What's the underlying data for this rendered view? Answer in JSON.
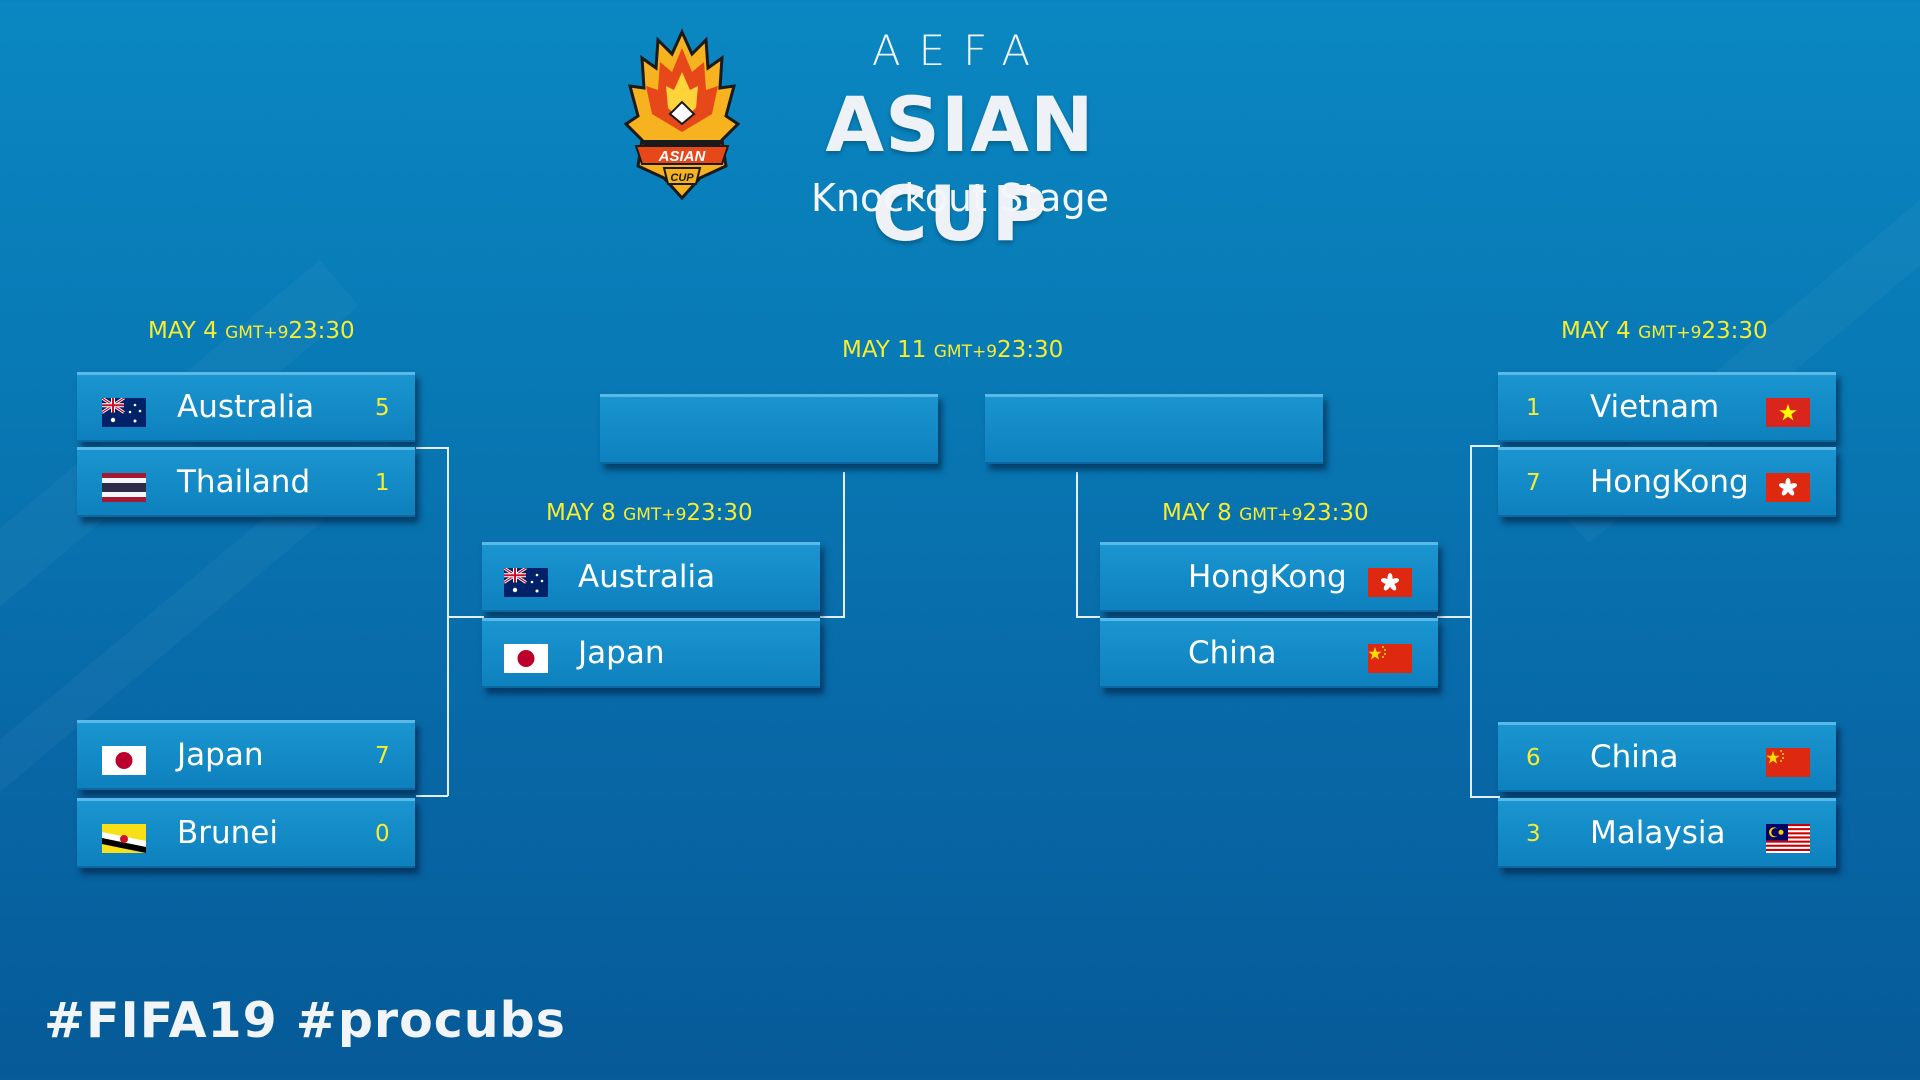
{
  "header": {
    "org": "AEFA",
    "title": "ASIAN CUP",
    "subtitle": "Knockout Stage",
    "logo_text_top": "ASIAN",
    "logo_text_bottom": "CUP"
  },
  "dates": {
    "qf_left": {
      "day": "MAY 4",
      "tz": "GMT+9",
      "time": "23:30"
    },
    "qf_right": {
      "day": "MAY 4",
      "tz": "GMT+9",
      "time": "23:30"
    },
    "sf_left": {
      "day": "MAY 8",
      "tz": "GMT+9",
      "time": "23:30"
    },
    "sf_right": {
      "day": "MAY 8",
      "tz": "GMT+9",
      "time": "23:30"
    },
    "final": {
      "day": "MAY 11",
      "tz": "GMT+9",
      "time": "23:30"
    }
  },
  "quarterfinals": {
    "left_top": [
      {
        "team": "Australia",
        "score": "5",
        "flag": "australia-flag"
      },
      {
        "team": "Thailand",
        "score": "1",
        "flag": "thailand-flag"
      }
    ],
    "left_bottom": [
      {
        "team": "Japan",
        "score": "7",
        "flag": "japan-flag"
      },
      {
        "team": "Brunei",
        "score": "0",
        "flag": "brunei-flag"
      }
    ],
    "right_top": [
      {
        "team": "Vietnam",
        "score": "1",
        "flag": "vietnam-flag"
      },
      {
        "team": "HongKong",
        "score": "7",
        "flag": "hongkong-flag"
      }
    ],
    "right_bottom": [
      {
        "team": "China",
        "score": "6",
        "flag": "china-flag"
      },
      {
        "team": "Malaysia",
        "score": "3",
        "flag": "malaysia-flag"
      }
    ]
  },
  "semifinals": {
    "left": [
      {
        "team": "Australia",
        "flag": "australia-flag"
      },
      {
        "team": "Japan",
        "flag": "japan-flag"
      }
    ],
    "right": [
      {
        "team": "HongKong",
        "flag": "hongkong-flag"
      },
      {
        "team": "China",
        "flag": "china-flag"
      }
    ]
  },
  "final": {
    "left": "",
    "right": ""
  },
  "footer": {
    "hashtags": "#FIFA19 #procubs"
  },
  "colors": {
    "background_top": "#0a87c2",
    "background_bottom": "#065a97",
    "slot": "#1189c6",
    "date_text": "#f6ec33",
    "score_text": "#f6ec33",
    "connector": "#e6eef5"
  }
}
